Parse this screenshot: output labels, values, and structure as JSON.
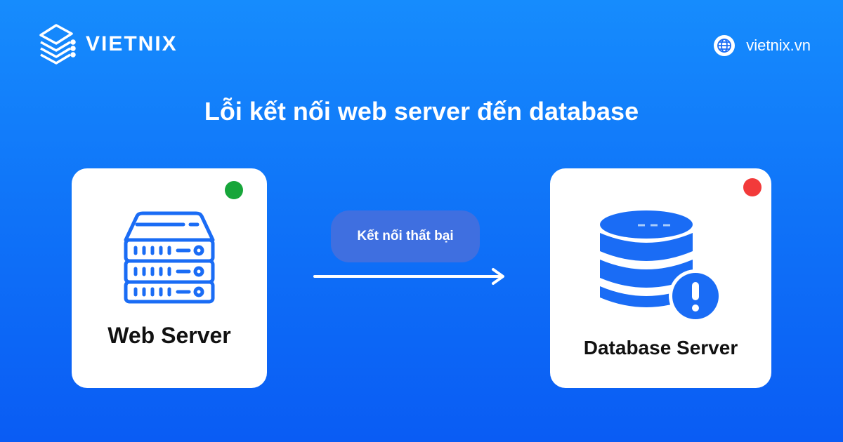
{
  "brand": {
    "name": "VIETNIX",
    "website": "vietnix.vn"
  },
  "title": "Lỗi kết nối web server đến database",
  "web_server": {
    "label": "Web Server",
    "status_color": "#17a63a"
  },
  "database_server": {
    "label": "Database Server",
    "status_color": "#f23a3a"
  },
  "connection": {
    "label": "Kết nối thất bại"
  },
  "colors": {
    "icon_blue": "#1a6cf5"
  }
}
